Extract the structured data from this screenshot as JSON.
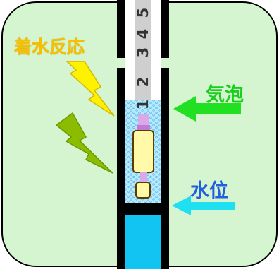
{
  "labels": {
    "reaction": "着水反応",
    "bubble": "気泡",
    "water_level": "水位"
  },
  "scale": {
    "digits": [
      "1",
      "2",
      "3",
      "4",
      "5"
    ]
  },
  "colors": {
    "panel_fill": "#d4f5cf",
    "panel_border": "#000000",
    "tube_wall": "#000000",
    "scale_strip": "#cfcfcf",
    "bubble_zone": "#b7e9ff",
    "water": "#12c4f2",
    "float_body": "#fff9a8",
    "reaction_label": "#f6c000",
    "bubble_arrow": "#21e021",
    "water_arrow": "#1ee0f0",
    "bolt_yellow": "#fff200",
    "bolt_green": "#8cbc00"
  },
  "icons": {
    "bolt_upper": "lightning-bolt-icon",
    "bolt_lower": "lightning-bolt-icon",
    "bubble_arrow": "arrow-left-icon",
    "water_arrow": "arrow-left-icon"
  }
}
